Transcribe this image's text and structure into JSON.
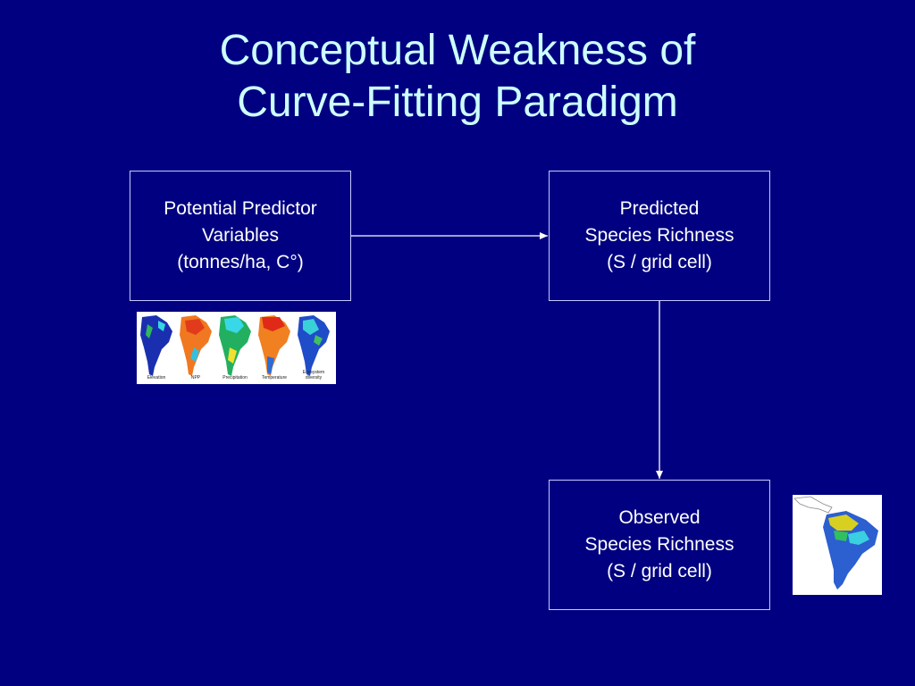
{
  "slide": {
    "title_line1": "Conceptual Weakness of",
    "title_line2": "Curve-Fitting Paradigm"
  },
  "boxes": {
    "predictors": {
      "line1": "Potential Predictor",
      "line2": "Variables",
      "line3": "(tonnes/ha, C°)"
    },
    "predicted": {
      "line1": "Predicted",
      "line2": "Species Richness",
      "line3": "(S / grid cell)"
    },
    "observed": {
      "line1": "Observed",
      "line2": "Species Richness",
      "line3": "(S / grid cell)"
    }
  },
  "predictor_maps": {
    "labels": [
      "Elevation",
      "NPP",
      "Precipitation",
      "Temperature",
      "Ecosystem diversity"
    ]
  },
  "colors": {
    "background": "#000080",
    "title": "#ccffff",
    "box_border": "#c8c8ff",
    "text": "#ffffff"
  }
}
